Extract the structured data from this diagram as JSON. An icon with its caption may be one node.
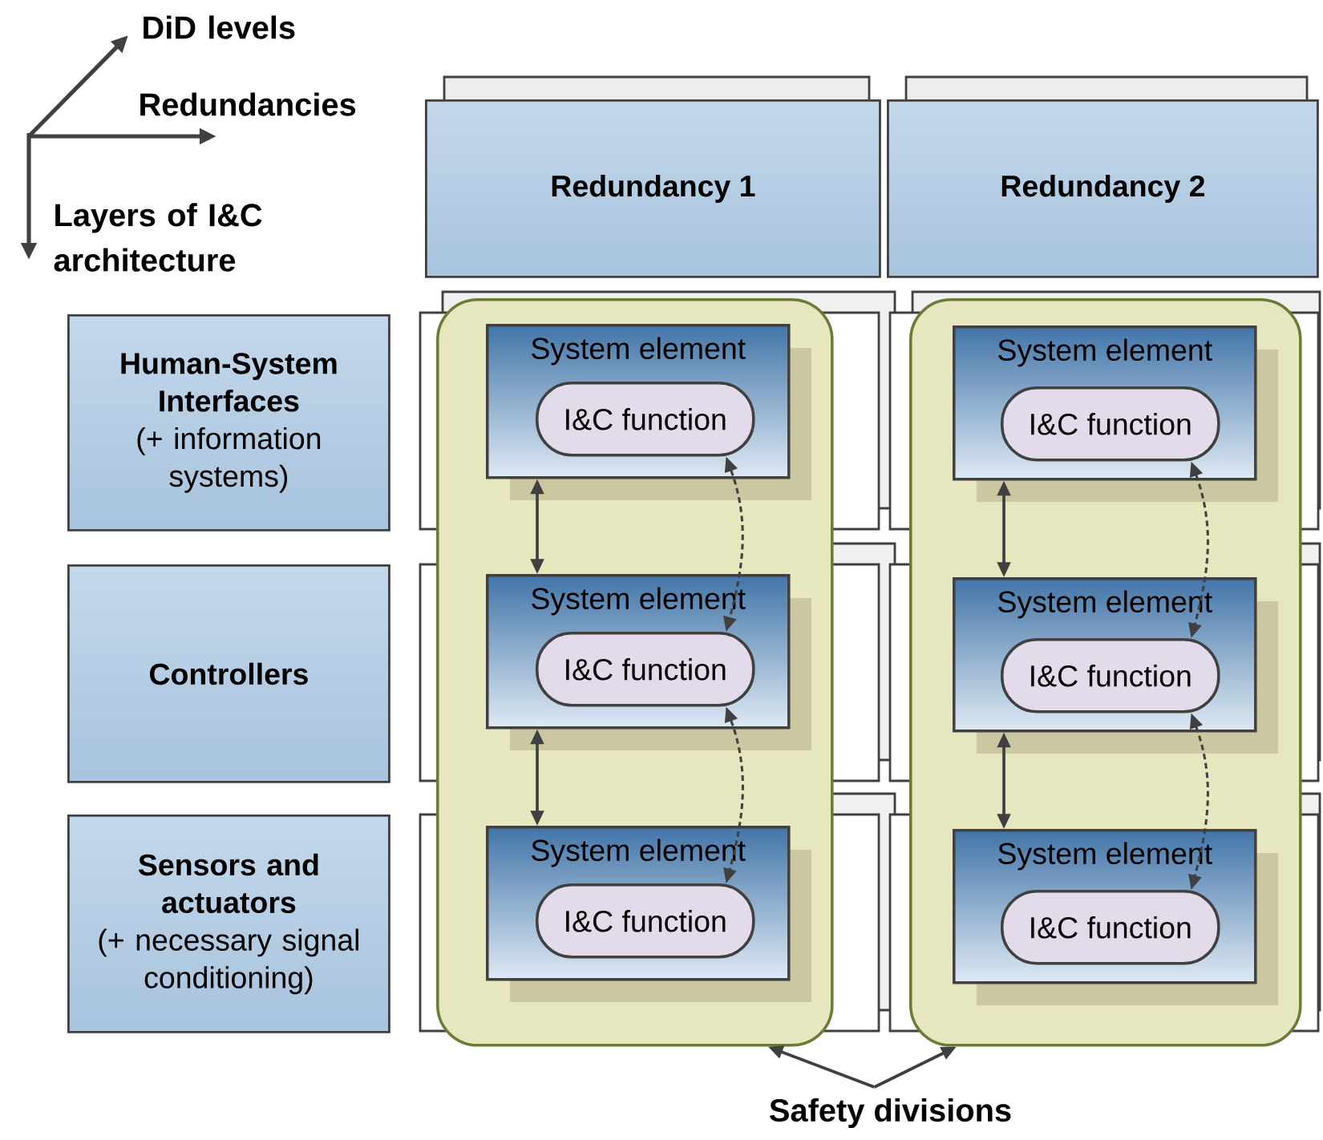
{
  "diagram": {
    "nodes": [
      {
        "text": [
          "Redundancy 1"
        ]
      },
      {
        "text": [
          "Redundancy 2"
        ]
      },
      {
        "text": [
          "Human-System Interfaces",
          "(+ information systems)"
        ]
      },
      {
        "text": [
          "Controllers"
        ]
      },
      {
        "text": [
          "Sensors and actuators",
          "(+ necessary signal conditioning)"
        ]
      },
      {
        "text": [],
        "shape": "box"
      },
      {
        "text": [],
        "shape": "box"
      },
      {
        "text": [
          "System element"
        ],
        "in": 5
      },
      {
        "text": [
          "I&C function"
        ],
        "in": 7
      },
      {
        "text": [
          "System element"
        ],
        "in": 6
      },
      {
        "text": [
          "I&C function"
        ],
        "in": 9
      },
      {
        "text": [
          "System element"
        ],
        "in": 5
      },
      {
        "text": [
          "I&C function"
        ],
        "in": 11
      },
      {
        "text": [
          "System element"
        ],
        "in": 6
      },
      {
        "text": [
          "I&C function"
        ],
        "in": 13
      },
      {
        "text": [
          "System element"
        ],
        "in": 5
      },
      {
        "text": [
          "I&C function"
        ],
        "in": 15
      },
      {
        "text": [
          "System element"
        ],
        "in": 6
      },
      {
        "text": [
          "I&C function"
        ],
        "in": 17
      },
      {
        "text": [
          "Safety divisions"
        ]
      }
    ],
    "edges": [
      {
        "from": 7,
        "to": 11,
        "arrow": "both"
      },
      {
        "from": 11,
        "to": 15,
        "arrow": "both"
      },
      {
        "from": 9,
        "to": 13,
        "arrow": "both"
      },
      {
        "from": 13,
        "to": 17,
        "arrow": "both"
      },
      {
        "from": 8,
        "to": 12,
        "arrow": "both",
        "style": "dashed"
      },
      {
        "from": 12,
        "to": 16,
        "arrow": "both",
        "style": "dashed"
      },
      {
        "from": 10,
        "to": 14,
        "arrow": "both",
        "style": "dashed"
      },
      {
        "from": 14,
        "to": 18,
        "arrow": "both",
        "style": "dashed"
      },
      {
        "from": 19,
        "to": 5,
        "arrow": "to"
      },
      {
        "from": 19,
        "to": 6,
        "arrow": "to"
      }
    ],
    "labels": [
      "DiD levels",
      "Redundancies",
      "Layers of I&C architecture"
    ]
  }
}
